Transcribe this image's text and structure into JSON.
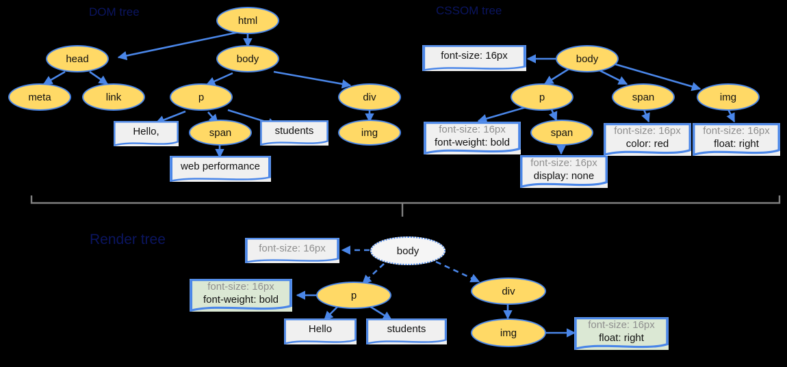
{
  "diagram": {
    "title_dom": "DOM tree",
    "title_cssom": "CSSOM tree",
    "title_render": "Render tree",
    "colors": {
      "background": "#000000",
      "node_fill": "#ffd966",
      "node_stroke": "#4a86e8",
      "box_fill": "#f0f0f0",
      "box_fill_highlight": "#dbe8d4",
      "arrow": "#4a86e8",
      "brace": "#808080",
      "text_inherited": "#8e8e8e",
      "text_own": "#111111",
      "label": "#0b1560"
    }
  },
  "dom_tree": {
    "nodes": [
      {
        "id": "html",
        "label": "html",
        "type": "element"
      },
      {
        "id": "head",
        "label": "head",
        "type": "element"
      },
      {
        "id": "body",
        "label": "body",
        "type": "element"
      },
      {
        "id": "meta",
        "label": "meta",
        "type": "element"
      },
      {
        "id": "link",
        "label": "link",
        "type": "element"
      },
      {
        "id": "p",
        "label": "p",
        "type": "element"
      },
      {
        "id": "div",
        "label": "div",
        "type": "element"
      },
      {
        "id": "hello",
        "label": "Hello,",
        "type": "text"
      },
      {
        "id": "span",
        "label": "span",
        "type": "element"
      },
      {
        "id": "students",
        "label": "students",
        "type": "text"
      },
      {
        "id": "img",
        "label": "img",
        "type": "element"
      },
      {
        "id": "webperf",
        "label": "web performance",
        "type": "text"
      }
    ],
    "edges": [
      [
        "html",
        "head"
      ],
      [
        "html",
        "body"
      ],
      [
        "head",
        "meta"
      ],
      [
        "head",
        "link"
      ],
      [
        "body",
        "p"
      ],
      [
        "body",
        "div"
      ],
      [
        "p",
        "hello"
      ],
      [
        "p",
        "span"
      ],
      [
        "p",
        "students"
      ],
      [
        "span",
        "webperf"
      ],
      [
        "div",
        "img"
      ]
    ]
  },
  "cssom_tree": {
    "nodes": [
      {
        "id": "body",
        "label": "body",
        "type": "element"
      },
      {
        "id": "p",
        "label": "p",
        "type": "element"
      },
      {
        "id": "span1",
        "label": "span",
        "type": "element"
      },
      {
        "id": "span2",
        "label": "span",
        "type": "element"
      },
      {
        "id": "img",
        "label": "img",
        "type": "element"
      }
    ],
    "rules": [
      {
        "id": "r-body",
        "for": "body",
        "inherited": "font-size: 16px",
        "own": ""
      },
      {
        "id": "r-p",
        "for": "p",
        "inherited": "font-size: 16px",
        "own": "font-weight: bold"
      },
      {
        "id": "r-span2",
        "for": "span2",
        "inherited": "font-size: 16px",
        "own": "display: none"
      },
      {
        "id": "r-span1",
        "for": "span1",
        "inherited": "font-size: 16px",
        "own": "color: red"
      },
      {
        "id": "r-img",
        "for": "img",
        "inherited": "font-size: 16px",
        "own": "float: right"
      }
    ],
    "edges": [
      [
        "body",
        "r-body"
      ],
      [
        "body",
        "p"
      ],
      [
        "body",
        "span1"
      ],
      [
        "body",
        "img"
      ],
      [
        "p",
        "r-p"
      ],
      [
        "p",
        "span2"
      ],
      [
        "span2",
        "r-span2"
      ],
      [
        "span1",
        "r-span1"
      ],
      [
        "img",
        "r-img"
      ]
    ]
  },
  "render_tree": {
    "nodes": [
      {
        "id": "body",
        "label": "body",
        "type": "element-root"
      },
      {
        "id": "p",
        "label": "p",
        "type": "element"
      },
      {
        "id": "div",
        "label": "div",
        "type": "element"
      },
      {
        "id": "hello",
        "label": "Hello",
        "type": "text"
      },
      {
        "id": "students",
        "label": "students",
        "type": "text"
      },
      {
        "id": "img",
        "label": "img",
        "type": "element"
      }
    ],
    "rules": [
      {
        "id": "r-body",
        "for": "body",
        "inherited": "font-size: 16px",
        "own": "",
        "highlight": false
      },
      {
        "id": "r-p",
        "for": "p",
        "inherited": "font-size: 16px",
        "own": "font-weight: bold",
        "highlight": true
      },
      {
        "id": "r-img",
        "for": "img",
        "inherited": "font-size: 16px",
        "own": "float: right",
        "highlight": true
      }
    ],
    "edges": [
      [
        "body",
        "r-body"
      ],
      [
        "body",
        "p"
      ],
      [
        "body",
        "div"
      ],
      [
        "p",
        "r-p"
      ],
      [
        "p",
        "hello"
      ],
      [
        "p",
        "students"
      ],
      [
        "div",
        "img"
      ],
      [
        "img",
        "r-img"
      ]
    ]
  }
}
